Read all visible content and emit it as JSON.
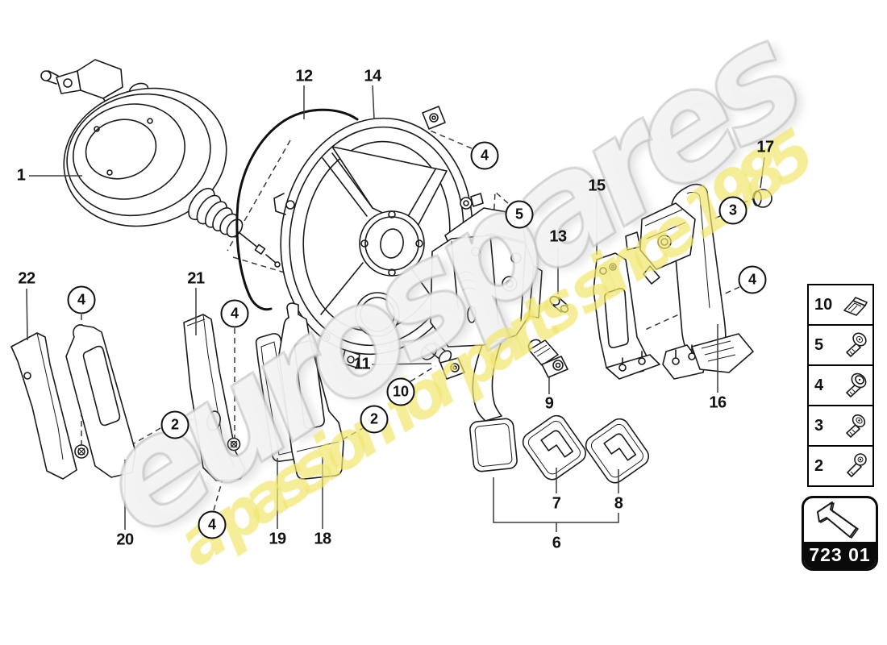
{
  "diagram": {
    "section_code": "723 01",
    "watermark": {
      "brand": "eurospares",
      "tagline": "a passion for parts since 1985"
    },
    "part_labels": {
      "p1": "1",
      "p6": "6",
      "p7": "7",
      "p8": "8",
      "p9": "9",
      "p11": "11",
      "p12": "12",
      "p13": "13",
      "p14": "14",
      "p15": "15",
      "p16": "16",
      "p17": "17",
      "p18": "18",
      "p19": "19",
      "p20": "20",
      "p21": "21",
      "p22": "22"
    },
    "fastener_callouts": {
      "c4_top": "4",
      "c5": "5",
      "c3": "3",
      "c4_right": "4",
      "c4_left1": "4",
      "c4_left2": "4",
      "c2_left": "2",
      "c2_right": "2",
      "c4_bottom": "4",
      "c10": "10"
    },
    "legend": {
      "rows": [
        {
          "num": "10",
          "icon": "spring-clip-icon"
        },
        {
          "num": "5",
          "icon": "pan-head-screw-icon"
        },
        {
          "num": "4",
          "icon": "flange-screw-icon"
        },
        {
          "num": "3",
          "icon": "flange-screw-icon"
        },
        {
          "num": "2",
          "icon": "socket-screw-icon"
        }
      ]
    },
    "colors": {
      "line": "#1a1a1a",
      "watermark_yellow": "#f0e56e",
      "watermark_gray": "#c9c9c9",
      "code_band": "#0a0a0a"
    }
  }
}
